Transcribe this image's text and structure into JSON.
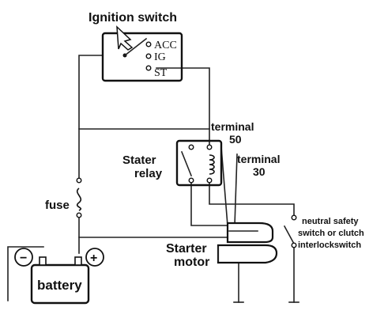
{
  "diagram": {
    "ignition_switch": {
      "title": "Ignition switch",
      "positions": [
        "ACC",
        "IG",
        "ST"
      ]
    },
    "stater_relay": {
      "label_line1": "Stater",
      "label_line2": "relay"
    },
    "terminal_50": {
      "line1": "terminal",
      "line2": "50"
    },
    "terminal_30": {
      "line1": "terminal",
      "line2": "30"
    },
    "fuse": {
      "label": "fuse"
    },
    "battery": {
      "label": "battery",
      "neg_symbol": "−",
      "pos_symbol": "+"
    },
    "starter_motor": {
      "line1": "Starter",
      "line2": "motor"
    },
    "neutral_switch": {
      "line1": "neutral safety",
      "line2": "switch or clutch",
      "line3": "interlockswitch"
    }
  }
}
